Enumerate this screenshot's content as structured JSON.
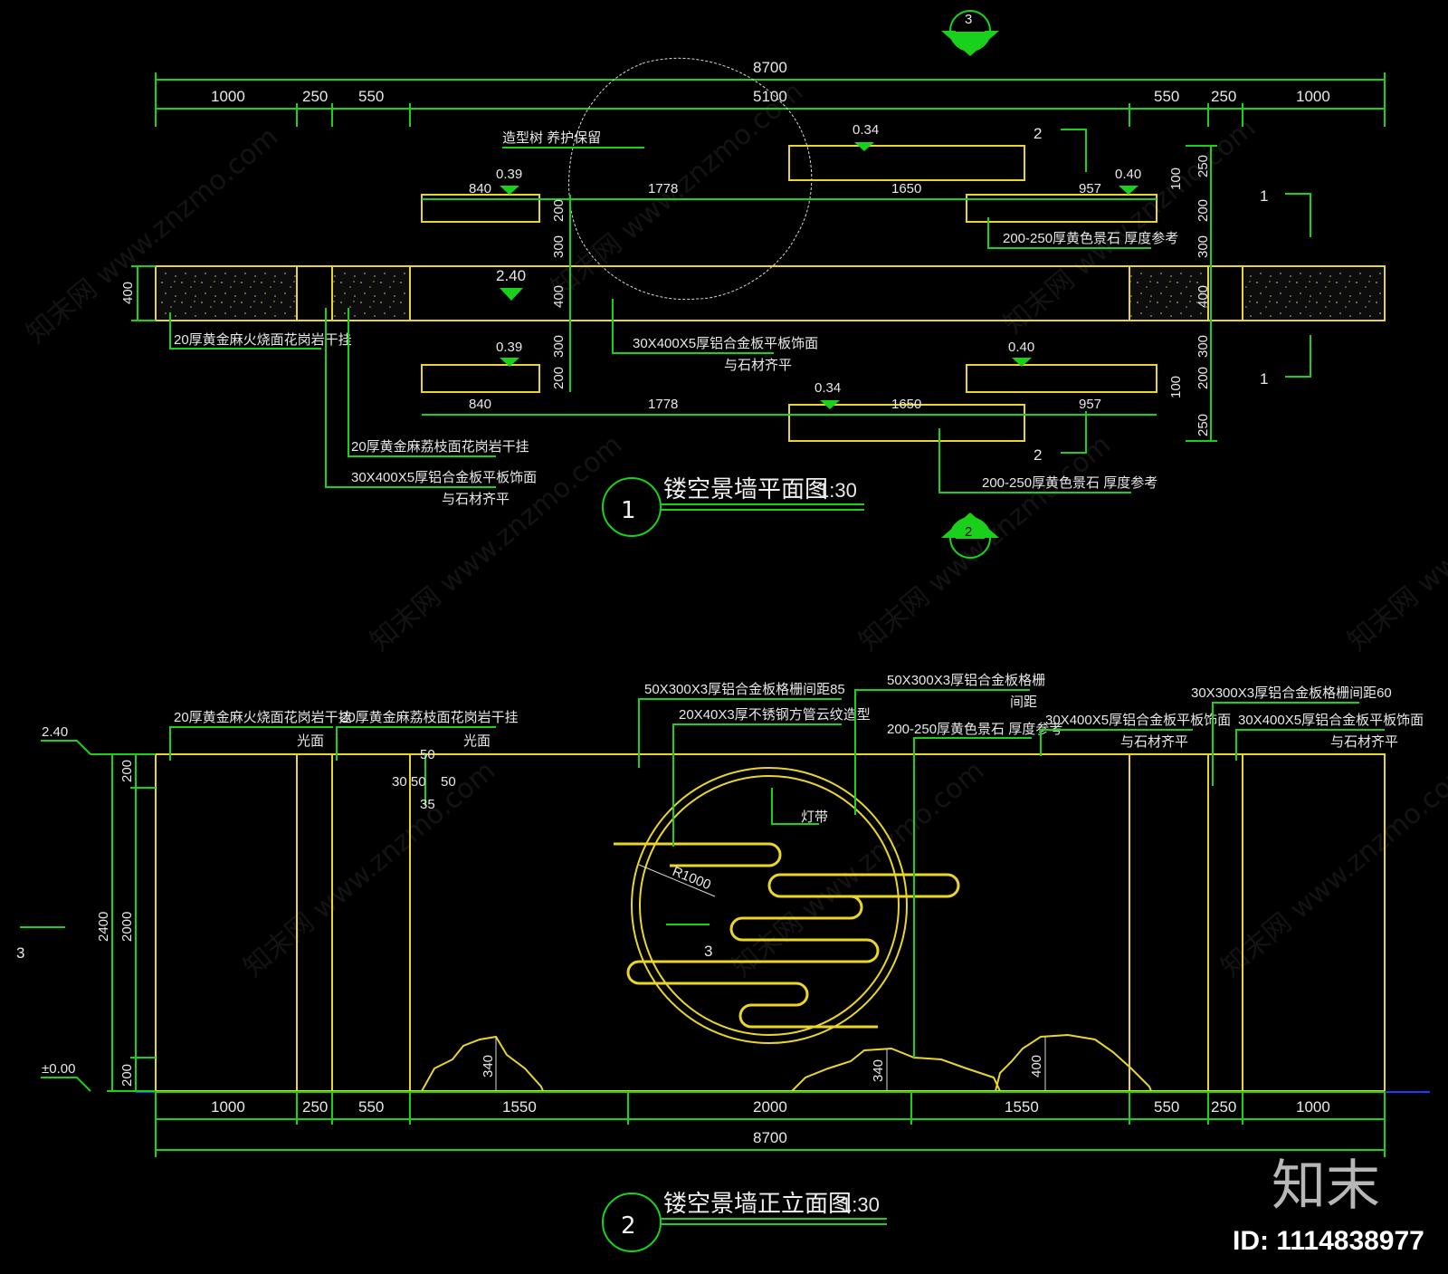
{
  "plan": {
    "title": "镂空景墙平面图",
    "scale": "1:30",
    "number": "1",
    "overall": "8700",
    "segments_top": [
      "1000",
      "250",
      "550",
      "5100",
      "550",
      "250",
      "1000"
    ],
    "inner_dims": {
      "d840": "840",
      "d1778": "1778",
      "d1650": "1650",
      "d957": "957"
    },
    "vertical_right": [
      "250",
      "100",
      "200",
      "300",
      "400",
      "300",
      "200",
      "100",
      "250"
    ],
    "vertical_left": [
      "400"
    ],
    "vertical_mid": [
      "200",
      "300",
      "400",
      "300",
      "200"
    ],
    "levels": {
      "l034a": "0.34",
      "l039a": "0.39",
      "l040a": "0.40",
      "l240": "2.40",
      "l039b": "0.39",
      "l040b": "0.40",
      "l034b": "0.34"
    },
    "section_marks": {
      "s1": "1",
      "s2": "2"
    },
    "notes": {
      "tree": "造型树  养护保留",
      "stone1": "20厚黄金麻火烧面花岗岩干挂",
      "steel": "30X400X5厚铝合金板平板饰面",
      "steel2": "与石材齐平",
      "stone2": "20厚黄金麻荔枝面花岗岩干挂",
      "steel3": "30X400X5厚铝合金板平板饰面",
      "steel4": "与石材齐平",
      "rock1": "200-250厚黄色景石 厚度参考",
      "rock2": "200-250厚黄色景石 厚度参考"
    }
  },
  "elevation": {
    "title": "镂空景墙正立面图",
    "scale": "1:30",
    "number": "2",
    "overall": "8700",
    "segments": [
      "1000",
      "250",
      "550",
      "1550",
      "2000",
      "1550",
      "550",
      "250",
      "1000"
    ],
    "levels": {
      "top": "2.40",
      "base": "±0.00"
    },
    "vertical_left": {
      "total": "2400",
      "mid": "2000",
      "top": "200",
      "bot": "200"
    },
    "detail_dims": {
      "d50a": "50",
      "d3050": "30 50",
      "d50b": "50",
      "d35": "35"
    },
    "radius": "R1000",
    "rocks": {
      "h1": "340",
      "h2": "340",
      "h3": "400"
    },
    "lamp": "灯带",
    "section_mark": "3",
    "notes": {
      "n1": "20厚黄金麻火烧面花岗岩干挂",
      "n1b": "光面",
      "n2": "20厚黄金麻荔枝面花岗岩干挂",
      "n2b": "光面",
      "n3": "50X300X3厚铝合金板格栅间距85",
      "n4": "20X40X3厚不锈钢方管云纹造型",
      "n5": "50X300X3厚铝合金板格栅",
      "n5b": "间距",
      "n6": "200-250厚黄色景石 厚度参考",
      "n7": "30X400X5厚铝合金板平板饰面",
      "n7b": "与石材齐平",
      "n8": "30X300X3厚铝合金板格栅间距60",
      "n9": "30X400X5厚铝合金板平板饰面",
      "n9b": "与石材齐平"
    }
  },
  "symbols": {
    "sec3_top": "3",
    "sec2_mid": "2"
  },
  "watermark": "知末网 www.znzmo.com",
  "brand": {
    "logo": "知末",
    "id": "ID: 1114838977"
  },
  "colors": {
    "dim": "#19d11b",
    "outline": "#e9d52c",
    "grille": "#b07a3c",
    "ground": "#1a3cff"
  }
}
